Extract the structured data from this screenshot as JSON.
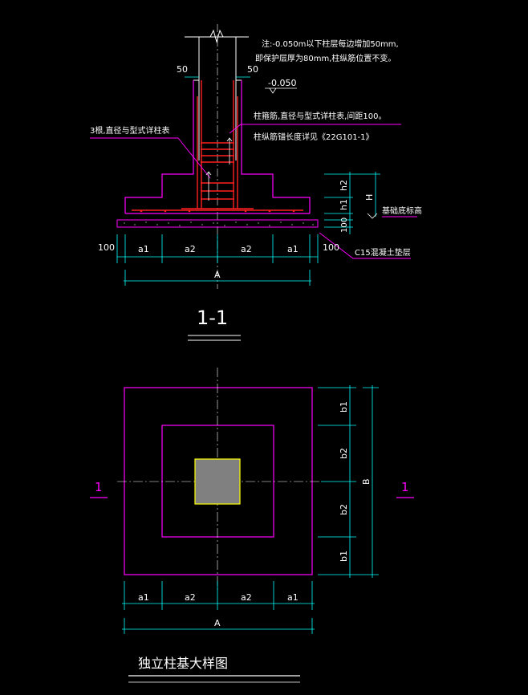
{
  "colors": {
    "background": "#000000",
    "outline": "#ff00ff",
    "dimension": "#00ffff",
    "rebar": "#ff2020",
    "text": "#ffffff",
    "leader": "#ff00ff",
    "column": "#808080",
    "column_edge": "#ffff00"
  },
  "notes": {
    "line1": "注:-0.050m以下柱层每边增加50mm,",
    "line2": "即保护层厚为80mm,柱纵筋位置不变。",
    "level": "-0.050",
    "stirrup_note": "柱箍筋,直径与型式详柱表,间距100。",
    "anchorage_note": "柱纵筋锚长度详见《22G101-1》",
    "stirrups_left": "3根,直径与型式详柱表",
    "base_label": "基础底标高",
    "cushion_label": "C15混凝土垫层"
  },
  "section_dims": {
    "top_left_50": "50",
    "top_right_50": "50",
    "left_100": "100",
    "right_100": "100",
    "a1_left": "a1",
    "a2_left": "a2",
    "a2_right": "a2",
    "a1_right": "a1",
    "total": "A",
    "h2": "h2",
    "h1": "h1",
    "h100": "100",
    "H": "H"
  },
  "section_title": "1-1",
  "plan_dims": {
    "a1_left": "a1",
    "a2_left": "a2",
    "a2_right": "a2",
    "a1_right": "a1",
    "total_A": "A",
    "b1_top": "b1",
    "b2_top": "b2",
    "b2_bottom": "b2",
    "b1_bottom": "b1",
    "total_B": "B",
    "cut_left": "1",
    "cut_right": "1"
  },
  "drawing_title": "独立柱基大样图"
}
